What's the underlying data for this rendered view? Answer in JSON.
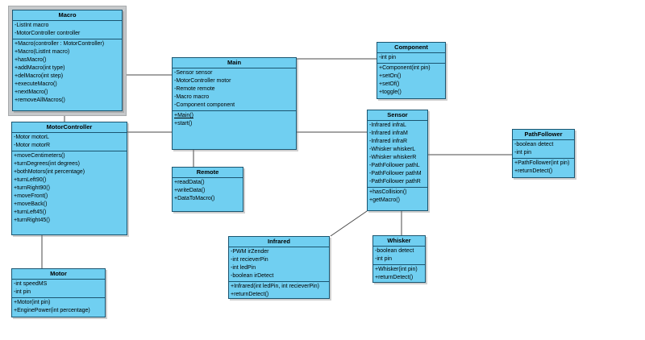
{
  "colors": {
    "class_fill": "#70cff1",
    "class_border": "#1b5570",
    "connector": "#4a4a4a",
    "selection_frame": "#c6c9cb"
  },
  "classes": {
    "macro": {
      "name": "Macro",
      "attributes": [
        "-ListInt macro",
        "-MotorController controller"
      ],
      "methods": [
        "+Macro(controller : MotorController)",
        "+Macro(ListInt macro)",
        "+hasMacro()",
        "+addMacro(int type)",
        "+delMacro(int step)",
        "+executeMacro()",
        "+nextMacro()",
        "+removeAllMacros()"
      ]
    },
    "motor_controller": {
      "name": "MotorController",
      "attributes": [
        "-Motor motorL",
        "-Motor motorR"
      ],
      "methods": [
        "+moveCentimeters()",
        "+turnDegrees(int degrees)",
        "+bothMotors(int percentage)",
        "+turnLeft90()",
        "+turnRight90()",
        "+moveFront()",
        "+moveBack()",
        "+turnLeft45()",
        "+turnRight45()"
      ]
    },
    "motor": {
      "name": "Motor",
      "attributes": [
        "-int speedMS",
        "-int pin"
      ],
      "methods": [
        "+Motor(int pin)",
        "+EnginePower(int percentage)"
      ]
    },
    "main": {
      "name": "Main",
      "attributes": [
        "-Sensor sensor",
        "-MotorController motor",
        "-Remote remote",
        "-Macro macro",
        "-Component component"
      ],
      "methods": [
        {
          "text": "+Main()",
          "underline": true
        },
        "+start()"
      ]
    },
    "remote": {
      "name": "Remote",
      "attributes": [],
      "methods": [
        "+readData()",
        "+writeData()",
        "+DataToMacro()"
      ]
    },
    "component": {
      "name": "Component",
      "attributes": [
        "-int pin"
      ],
      "methods": [
        "+Component(int pin)",
        "+setOn()",
        "+setOf()",
        "+toggle()"
      ]
    },
    "sensor": {
      "name": "Sensor",
      "attributes": [
        "-Infrared infraL",
        "-Infrared infraM",
        "-Infrared infraR",
        "-Whisker whiskerL",
        "-Whisker whiskerR",
        "-PathFollower pathL",
        "-PathFollower pathM",
        "-PathFollower pathR"
      ],
      "methods": [
        "+hasCollision()",
        "+getMacro()"
      ]
    },
    "path_follower": {
      "name": "PathFollower",
      "attributes": [
        "-boolean detect",
        "-int pin"
      ],
      "methods": [
        "+PathFollower(int pin)",
        "+returnDetect()"
      ]
    },
    "infrared": {
      "name": "Infrared",
      "attributes": [
        "-PWM irZender",
        "-int recieverPin",
        "-int ledPin",
        "-boolean irDetect"
      ],
      "methods": [
        "+Infrared(int ledPin, int recieverPin)",
        "+returnDetect()"
      ]
    },
    "whisker": {
      "name": "Whisker",
      "attributes": [
        "-boolean detect",
        "-int pin"
      ],
      "methods": [
        "+Whisker(int pin)",
        "+returnDetect()"
      ]
    }
  },
  "connectors": [
    {
      "from": "Macro",
      "to": "Main"
    },
    {
      "from": "Macro",
      "to": "MotorController"
    },
    {
      "from": "MotorController",
      "to": "Main"
    },
    {
      "from": "MotorController",
      "to": "Motor"
    },
    {
      "from": "Main",
      "to": "Remote"
    },
    {
      "from": "Main",
      "to": "Component"
    },
    {
      "from": "Main",
      "to": "Sensor"
    },
    {
      "from": "Sensor",
      "to": "PathFollower"
    },
    {
      "from": "Sensor",
      "to": "Whisker"
    },
    {
      "from": "Sensor",
      "to": "Infrared"
    }
  ]
}
